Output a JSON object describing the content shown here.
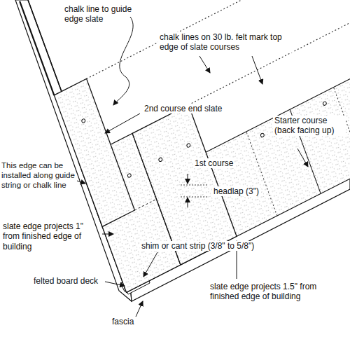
{
  "diagram": {
    "labels": [
      "chalk line to guide edge slate",
      "chalk lines on 30 lb. felt mark top edge of slate courses",
      "2nd course end slate",
      "Starter course (back facing up)",
      "1st course",
      "This edge can be installed along guide string or chalk line",
      "headlap (3\")",
      "slate edge projects 1\" from finished edge of building",
      "shim or cant strip (3/8\" to 5/8\")",
      "felted board deck",
      "fascia",
      "slate edge projects 1.5\" from finished edge of building"
    ]
  }
}
